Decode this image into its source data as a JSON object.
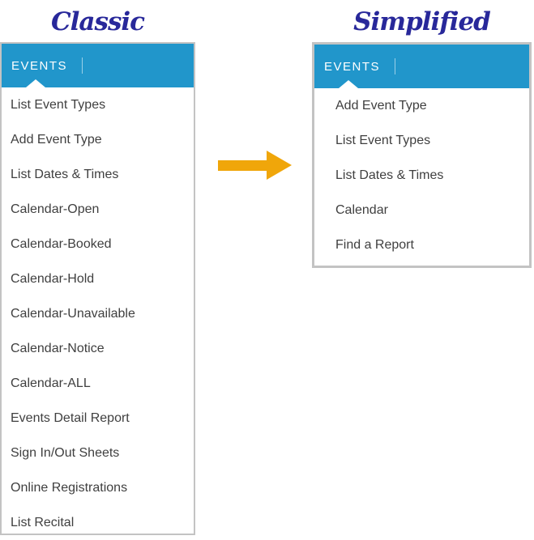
{
  "colors": {
    "header_blue": "#2196cb",
    "title_navy": "#28289a",
    "arrow_orange": "#f0a60a",
    "border_gray": "#c3c3c3",
    "item_text": "#3f3f3f",
    "header_text": "#ffffff"
  },
  "classic": {
    "title": "Classic",
    "menu_header": "EVENTS",
    "items": [
      "List Event Types",
      "Add Event Type",
      "List Dates & Times",
      "Calendar-Open",
      "Calendar-Booked",
      "Calendar-Hold",
      "Calendar-Unavailable",
      "Calendar-Notice",
      "Calendar-ALL",
      "Events Detail Report",
      "Sign In/Out Sheets",
      "Online Registrations",
      "List Recital"
    ]
  },
  "simplified": {
    "title": "Simplified",
    "menu_header": "EVENTS",
    "items": [
      "Add Event Type",
      "List Event Types",
      "List Dates & Times",
      "Calendar",
      "Find a Report"
    ]
  },
  "arrow": {
    "icon": "right-arrow"
  }
}
